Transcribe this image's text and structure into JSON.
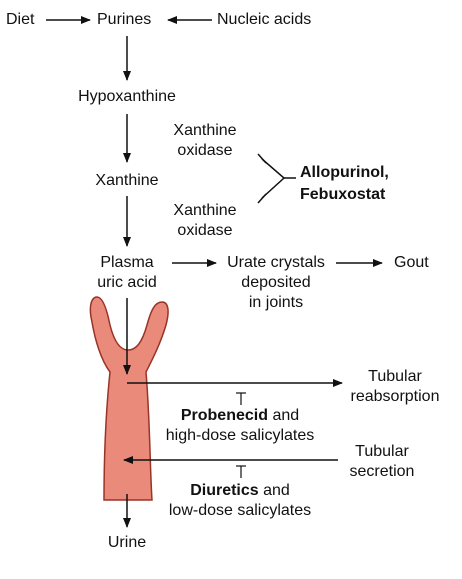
{
  "nodes": {
    "diet": "Diet",
    "purines": "Purines",
    "nucleic_acids": "Nucleic acids",
    "hypoxanthine": "Hypoxanthine",
    "xanthine": "Xanthine",
    "xanthine_oxidase_1": [
      "Xanthine",
      "oxidase"
    ],
    "xanthine_oxidase_2": [
      "Xanthine",
      "oxidase"
    ],
    "inhibitor_drugs": [
      "Allopurinol,",
      "Febuxostat"
    ],
    "plasma_uric_acid": [
      "Plasma",
      "uric acid"
    ],
    "urate_crystals": [
      "Urate crystals",
      "deposited",
      "in joints"
    ],
    "gout": "Gout",
    "tubular_reabsorption": [
      "Tubular",
      "reabsorption"
    ],
    "probenecid_bold": "Probenecid",
    "probenecid_rest": " and",
    "high_dose": "high-dose salicylates",
    "tubular_secretion": [
      "Tubular",
      "secretion"
    ],
    "diuretics_bold": "Diuretics",
    "diuretics_rest": " and",
    "low_dose": "low-dose salicylates",
    "urine": "Urine"
  },
  "colors": {
    "tubule_fill": "#e98a7a",
    "tubule_stroke": "#9a3328",
    "line": "#111111"
  }
}
